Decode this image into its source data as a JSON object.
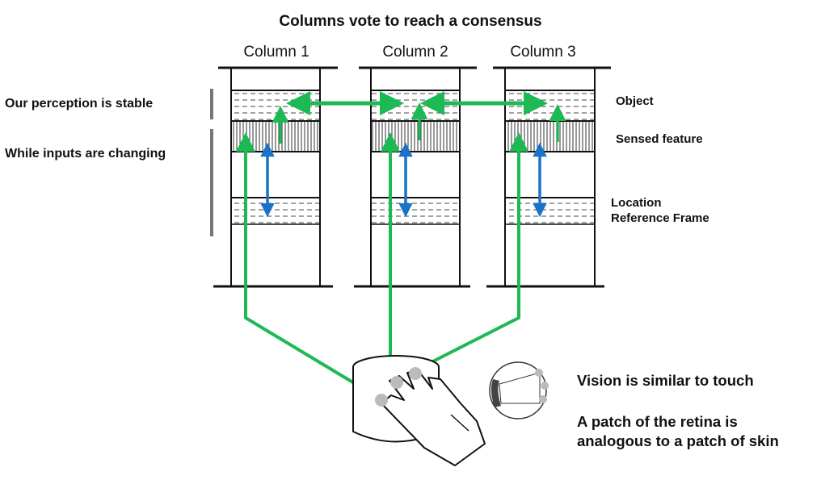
{
  "title": "Columns vote to reach a consensus",
  "columns": [
    {
      "label": "Column 1"
    },
    {
      "label": "Column 2"
    },
    {
      "label": "Column 3"
    }
  ],
  "left_labels": {
    "perception": "Our perception is stable",
    "inputs": "While inputs are changing"
  },
  "layer_labels": {
    "object": "Object",
    "sensed_feature": "Sensed feature",
    "location_line1": "Location",
    "location_line2": "Reference Frame"
  },
  "bottom_labels": {
    "vision": "Vision is similar to touch",
    "retina": "A patch of the retina is analogous to a patch of skin"
  },
  "colors": {
    "green_arrow": "#1db954",
    "blue_arrow": "#1a73c9",
    "line": "#111111"
  }
}
